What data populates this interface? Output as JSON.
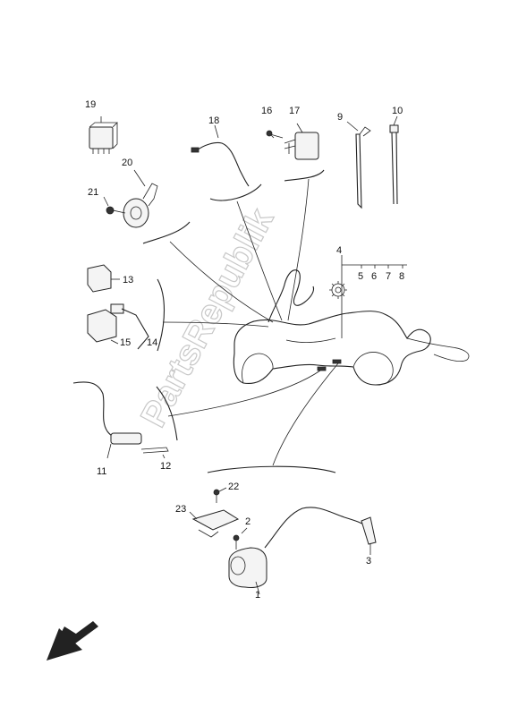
{
  "watermark": "PartsRepublik",
  "labels": {
    "p1": "1",
    "p2": "2",
    "p3": "3",
    "p4": "4",
    "p5": "5",
    "p6": "6",
    "p7": "7",
    "p8": "8",
    "p9": "9",
    "p10": "10",
    "p11": "11",
    "p12": "12",
    "p13": "13",
    "p14": "14",
    "p15": "15",
    "p16": "16",
    "p17": "17",
    "p18": "18",
    "p19": "19",
    "p20": "20",
    "p21": "21",
    "p22": "22",
    "p23": "23"
  },
  "icons": {
    "direction_arrow": "arrow-down-left-icon",
    "gear": "gear-icon"
  }
}
